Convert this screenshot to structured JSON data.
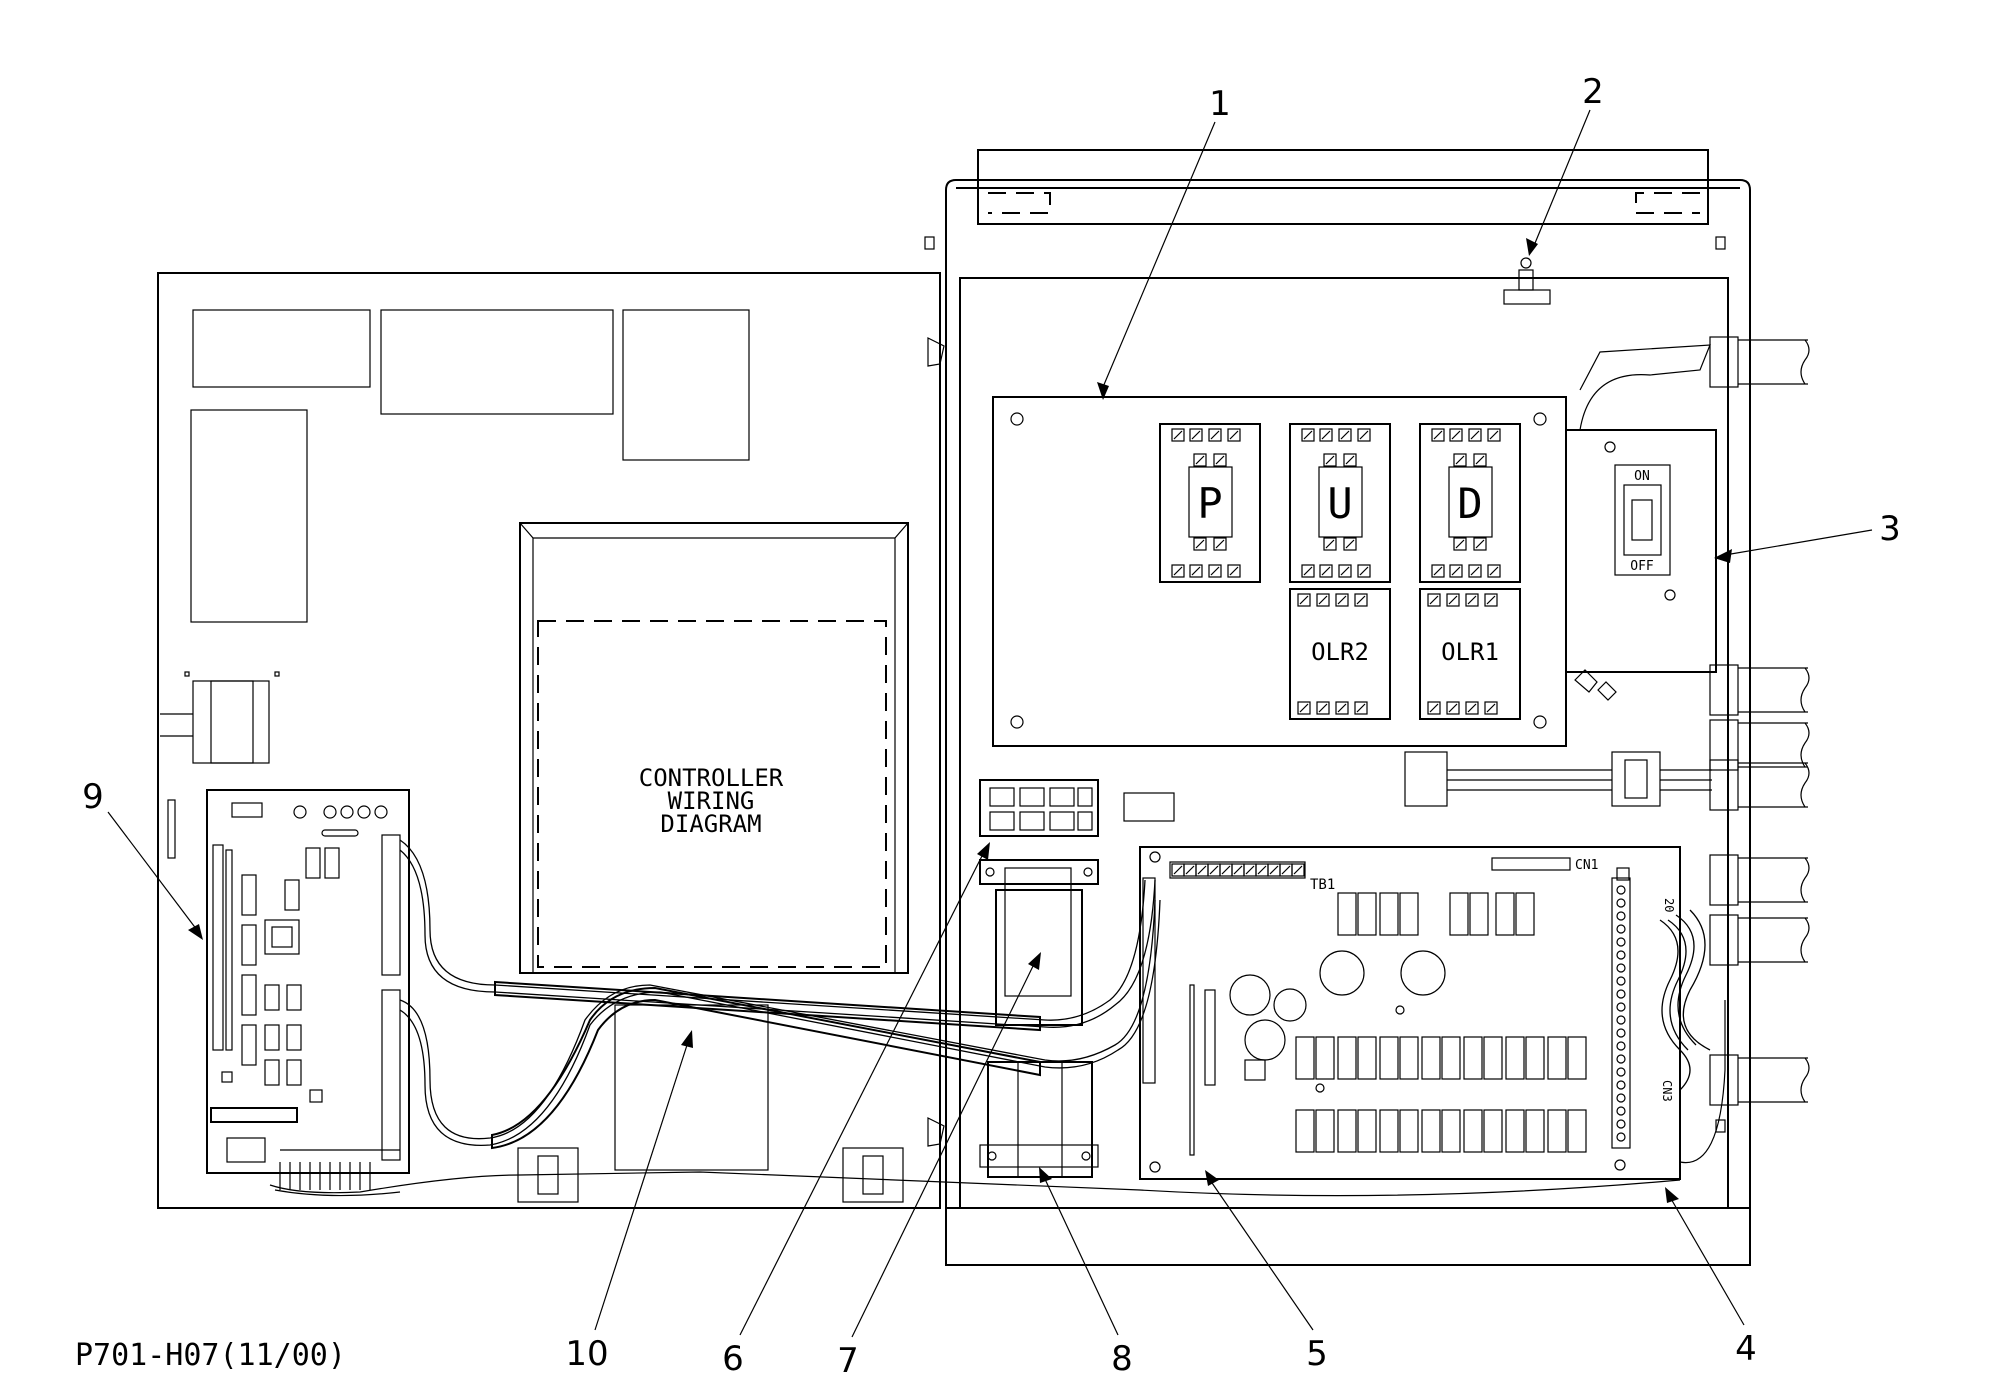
{
  "drawing_code": "P701-H07(11/00)",
  "door_panel_text": [
    "CONTROLLER",
    "WIRING",
    "DIAGRAM"
  ],
  "contactor_labels": [
    "P",
    "U",
    "D"
  ],
  "overload_labels": [
    "OLR2",
    "OLR1"
  ],
  "switch_labels": {
    "on": "ON",
    "off": "OFF"
  },
  "board_labels": {
    "tb1": "TB1",
    "cn1": "CN1",
    "cn3": "CN3",
    "j20": "20"
  },
  "callouts": [
    "1",
    "2",
    "3",
    "4",
    "5",
    "6",
    "7",
    "8",
    "9",
    "10"
  ]
}
